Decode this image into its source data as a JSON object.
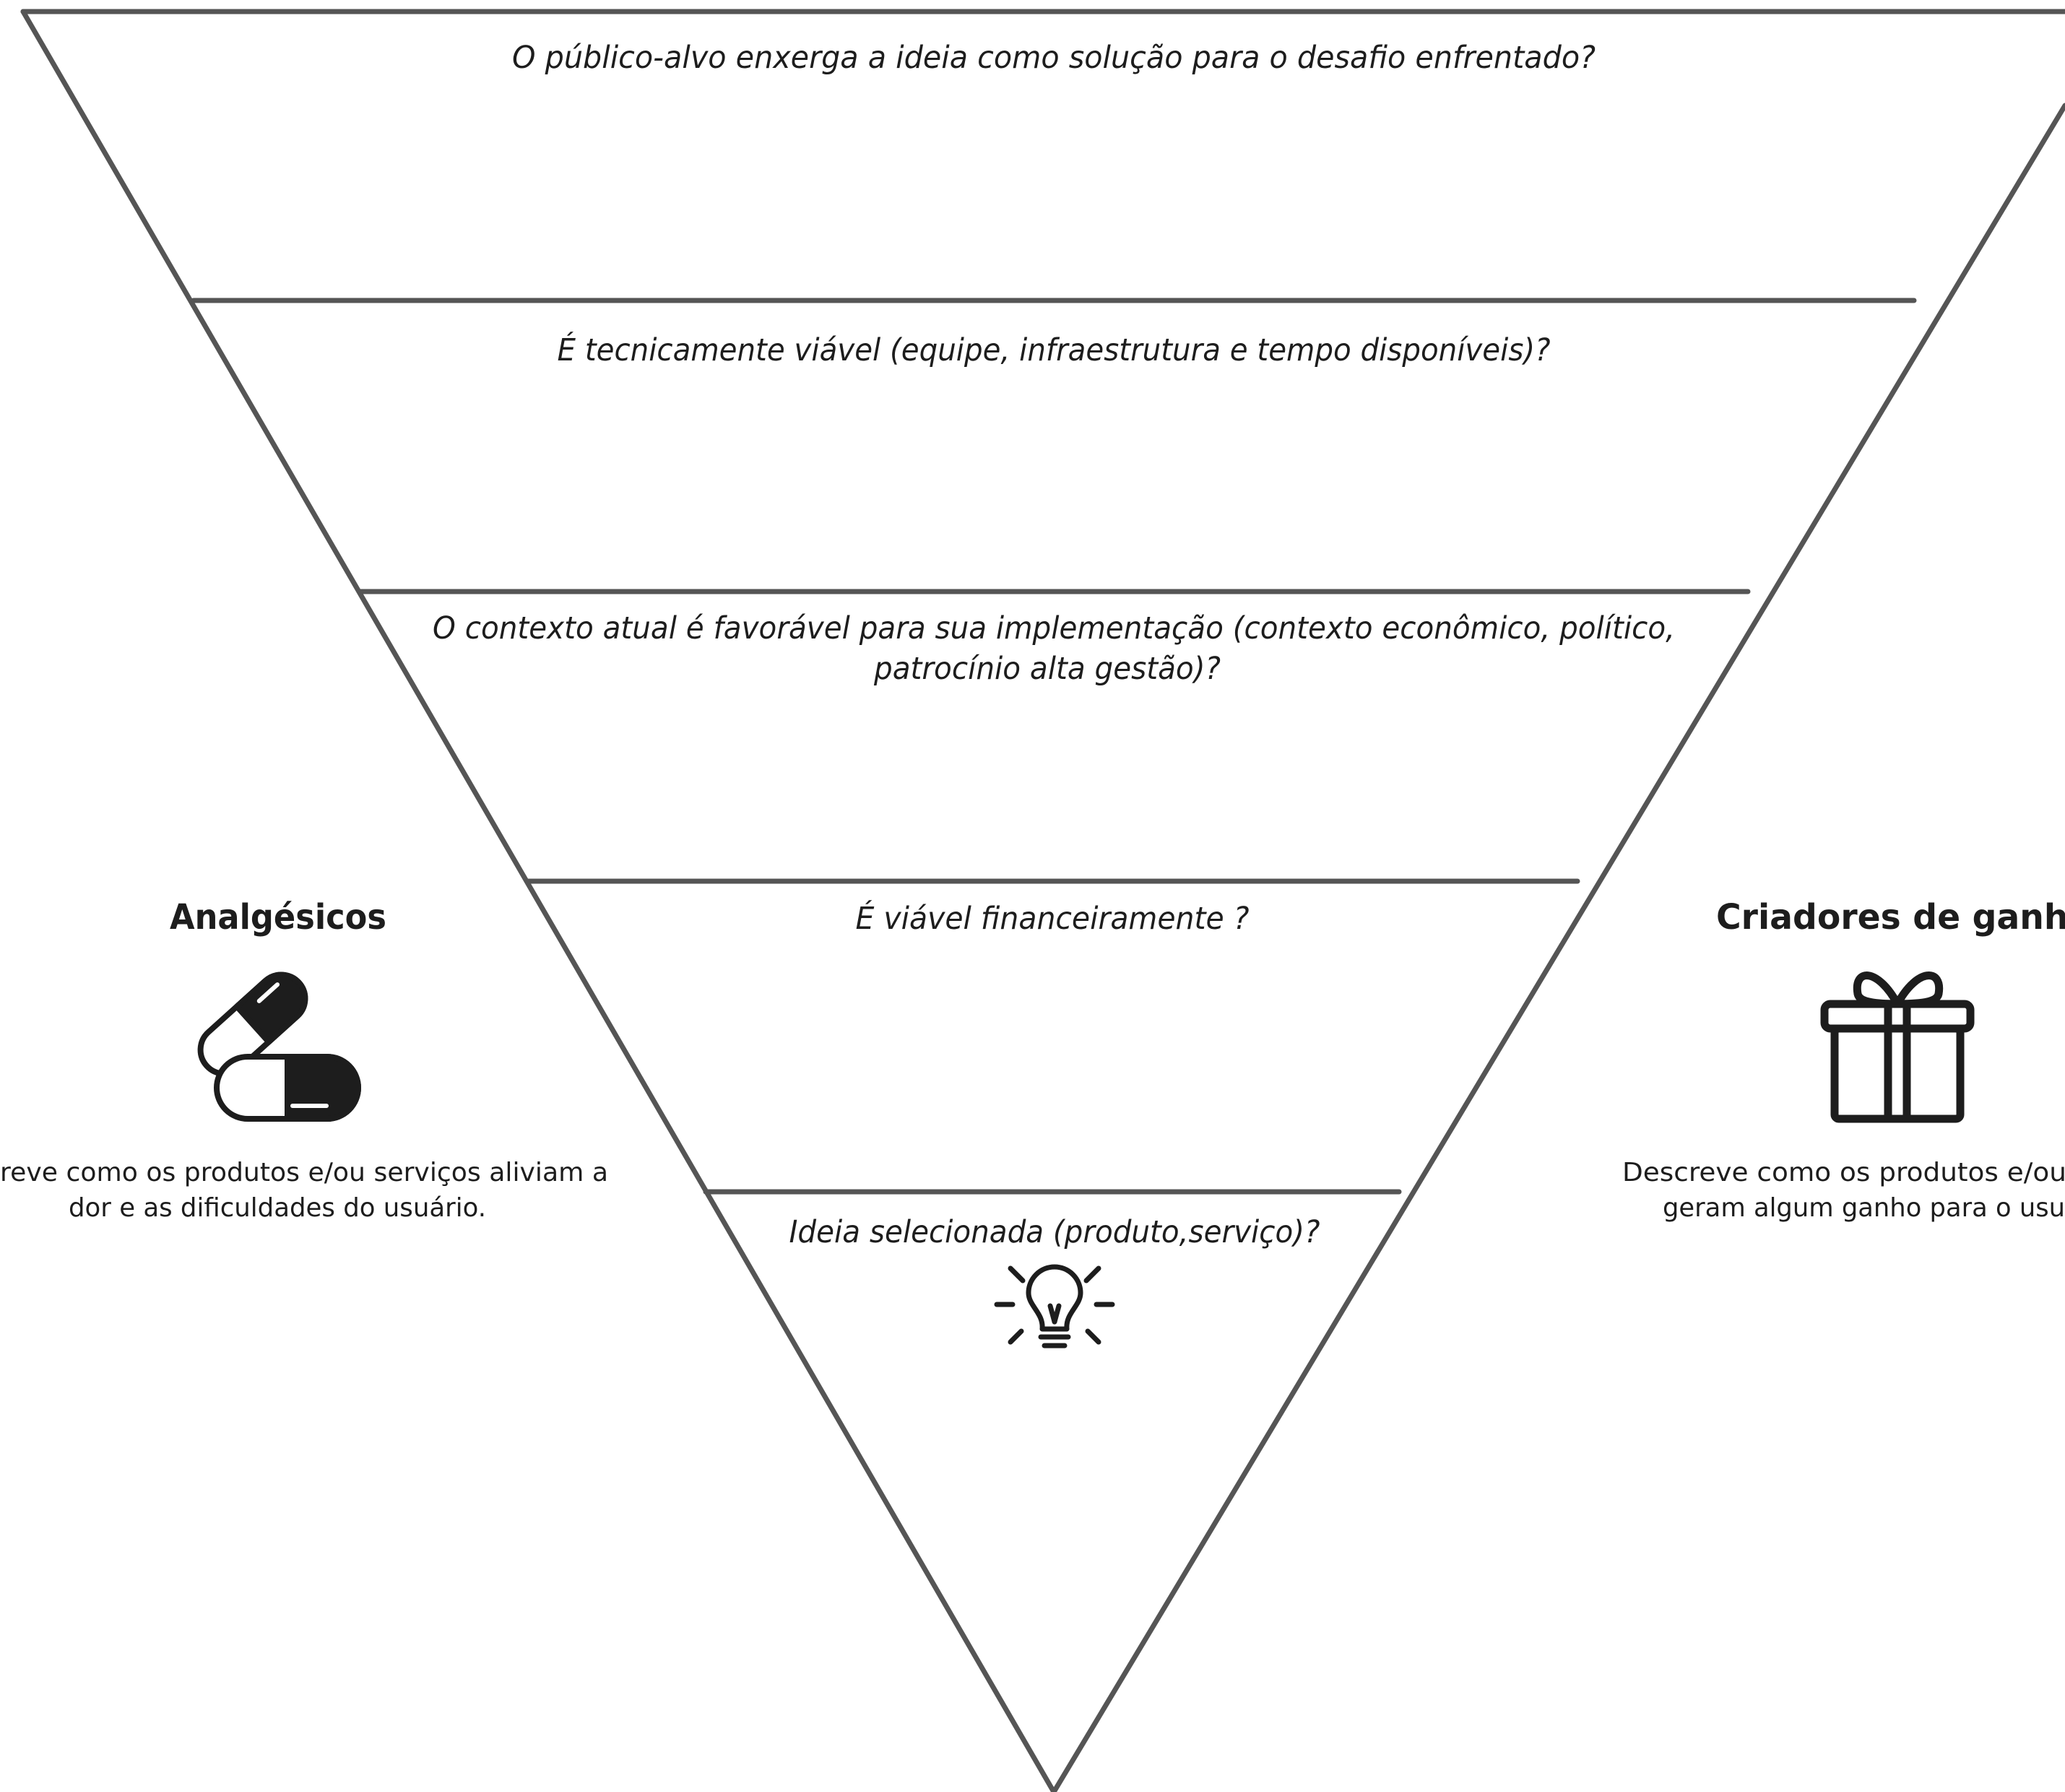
{
  "funnel": {
    "levels": [
      {
        "question": "O público-alvo enxerga a ideia como  solução para o  desafio enfrentado?"
      },
      {
        "question": "É tecnicamente viável (equipe, infraestrutura e tempo disponíveis)?"
      },
      {
        "question_line1": "O contexto atual é  favorável para sua implementação (contexto econômico,  político,",
        "question_line2": "patrocínio alta gestão)?"
      },
      {
        "question": "É viável financeiramente ?"
      },
      {
        "question": "Ideia selecionada (produto,serviço)?",
        "icon": "lightbulb-icon"
      }
    ]
  },
  "left_panel": {
    "title": "Analgésicos",
    "icon": "pills-icon",
    "desc_line1": "reve como  os  produtos   e/ou  serviços  aliviam  a",
    "desc_line2": "dor  e as dificuldades   do  usuário."
  },
  "right_panel": {
    "title": "Criadores de ganho",
    "icon": "gift-icon",
    "desc_line1": "Descreve como  os  produtos   e/ou",
    "desc_line2": "geram algum  ganho  para o usu"
  },
  "colors": {
    "stroke": "#555555",
    "text": "#1d1d1d"
  }
}
